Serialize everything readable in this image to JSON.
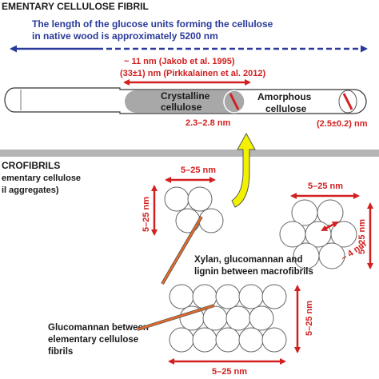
{
  "colors": {
    "blue": "#2a3a9a",
    "red": "#d22020",
    "gray_band": "#b5b5b5",
    "crystalline_fill": "#a8a8a8",
    "yellow_arrow": "#f2f200",
    "orange_pointer": "#e06a2a"
  },
  "section_top": {
    "title": "EMENTARY CELLULOSE FIBRIL",
    "note_line1": "The length of the glucose units forming the cellulose",
    "note_line2": "in native wood is approximately 5200 nm"
  },
  "fibril": {
    "length_line1": "~ 11 nm (Jakob et al. 1995)",
    "length_line2": "(33±1) nm (Pirkkalainen et al. 2012)",
    "crystalline_line1": "Crystalline",
    "crystalline_line2": "cellulose",
    "crystalline_diameter": "2.3–2.8 nm",
    "amorphous_line1": "Amorphous",
    "amorphous_line2": "cellulose",
    "amorphous_diameter": "(2.5±0.2) nm"
  },
  "section_bottom": {
    "title": "CROFIBRILS",
    "sub_line1": "ementary cellulose",
    "sub_line2": "il aggregates)"
  },
  "dimensions": {
    "top_width": "5–25 nm",
    "left_height": "5–25 nm",
    "right_width": "5–25 nm",
    "right_height": "5–25 nm",
    "inner_diag": "~ 4 nm",
    "bottom_height": "5–25 nm",
    "bottom_width": "5–25 nm"
  },
  "labels": {
    "xylan_line1": "Xylan, glucomannan and",
    "xylan_line2": "lignin between macrofibrils",
    "gluco_line1": "Glucomannan between",
    "gluco_line2": "elementary cellulose",
    "gluco_line3": "fibrils"
  }
}
